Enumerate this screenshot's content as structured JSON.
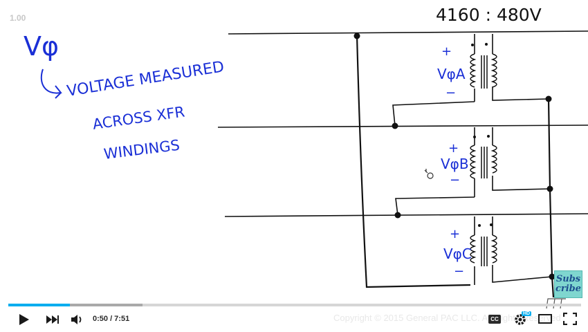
{
  "player": {
    "speed": "1.00",
    "time_display": "0:50 / 7:51",
    "progress": {
      "played_fraction": 0.108,
      "buffered_fraction": 0.234
    },
    "copyright": "Copyright © 2015 General PAC LLC. All Rights Reserved",
    "cc_label": "CC",
    "hd_badge": "HD",
    "subscribe_line1": "Subs",
    "subscribe_line2": "cribe",
    "accent_color": "#00adef"
  },
  "whiteboard": {
    "ratio_label": "4160 : 480V",
    "symbol": "Vφ",
    "note_line1": "VOLTAGE MEASURED",
    "note_line2": "ACROSS XFR",
    "note_line3": "WINDINGS",
    "windings": [
      {
        "plus": "+",
        "label": "VφA",
        "minus": "−"
      },
      {
        "plus": "+",
        "label": "VφB",
        "minus": "−"
      },
      {
        "plus": "+",
        "label": "VφC",
        "minus": "−"
      }
    ],
    "ink_color": "#1a2fd6"
  }
}
